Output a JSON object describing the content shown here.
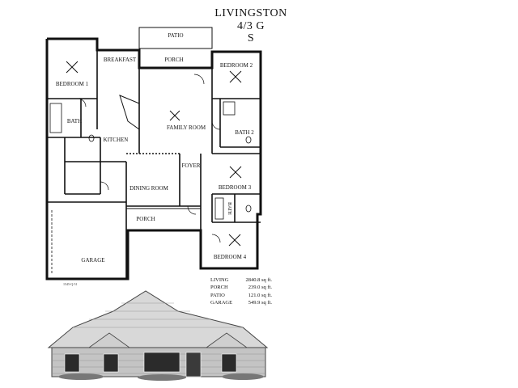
{
  "header": {
    "plan_name": "LIVINGSTON",
    "bed_bath_garage": "4/3 G",
    "elevation": "S"
  },
  "rooms": {
    "patio": "PATIO",
    "porch_rear": "PORCH",
    "breakfast": "BREAKFAST",
    "bedroom_1": "BEDROOM 1",
    "bath_1": "BATH",
    "kitchen": "KITCHEN",
    "family_room": "FAMILY ROOM",
    "bedroom_2": "BEDROOM 2",
    "bath_2": "BATH 2",
    "foyer": "FOYER",
    "dining_room": "DINING ROOM",
    "bedroom_3": "BEDROOM 3",
    "bath_3": "BATH",
    "porch_front": "PORCH",
    "garage": "GARAGE",
    "bedroom_4": "BEDROOM 4"
  },
  "plan_code": "1545-Q-51",
  "areas": [
    {
      "label": "LIVING",
      "value": "2840.8 sq ft."
    },
    {
      "label": "PORCH",
      "value": "239.0 sq ft."
    },
    {
      "label": "PATIO",
      "value": "121.0 sq ft."
    },
    {
      "label": "GARAGE",
      "value": "549.9 sq ft."
    }
  ]
}
